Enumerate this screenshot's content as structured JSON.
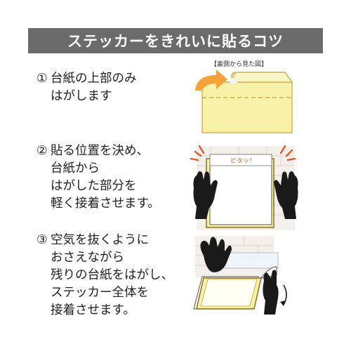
{
  "title": "ステッカーをきれいに貼るコツ",
  "steps": [
    {
      "number": "①",
      "lines": [
        "台紙の上部のみ",
        "はがします"
      ],
      "illustration": "peel-top-illustration"
    },
    {
      "number": "②",
      "lines": [
        "貼る位置を決め、",
        "台紙から",
        "はがした部分を",
        "軽く接着させます。"
      ],
      "illustration": "hold-sticker-illustration",
      "bubble": "ピタッ！"
    },
    {
      "number": "③",
      "lines": [
        "空気を抜くように",
        "おさえながら",
        "残りの台紙をはがし、",
        "ステッカー全体を",
        "接着させます。"
      ],
      "illustration": "peel-rest-illustration"
    }
  ],
  "back_view_caption": "【裏側から見た図】",
  "colors": {
    "banner": "#6b6b6b",
    "sticker": "#f8f1a8",
    "sticker_border": "#c7a23c",
    "arrow": "#f5a23a",
    "hand": "#1a1a1a",
    "brick": "#ece6e0",
    "spark": "#e25a2a"
  }
}
